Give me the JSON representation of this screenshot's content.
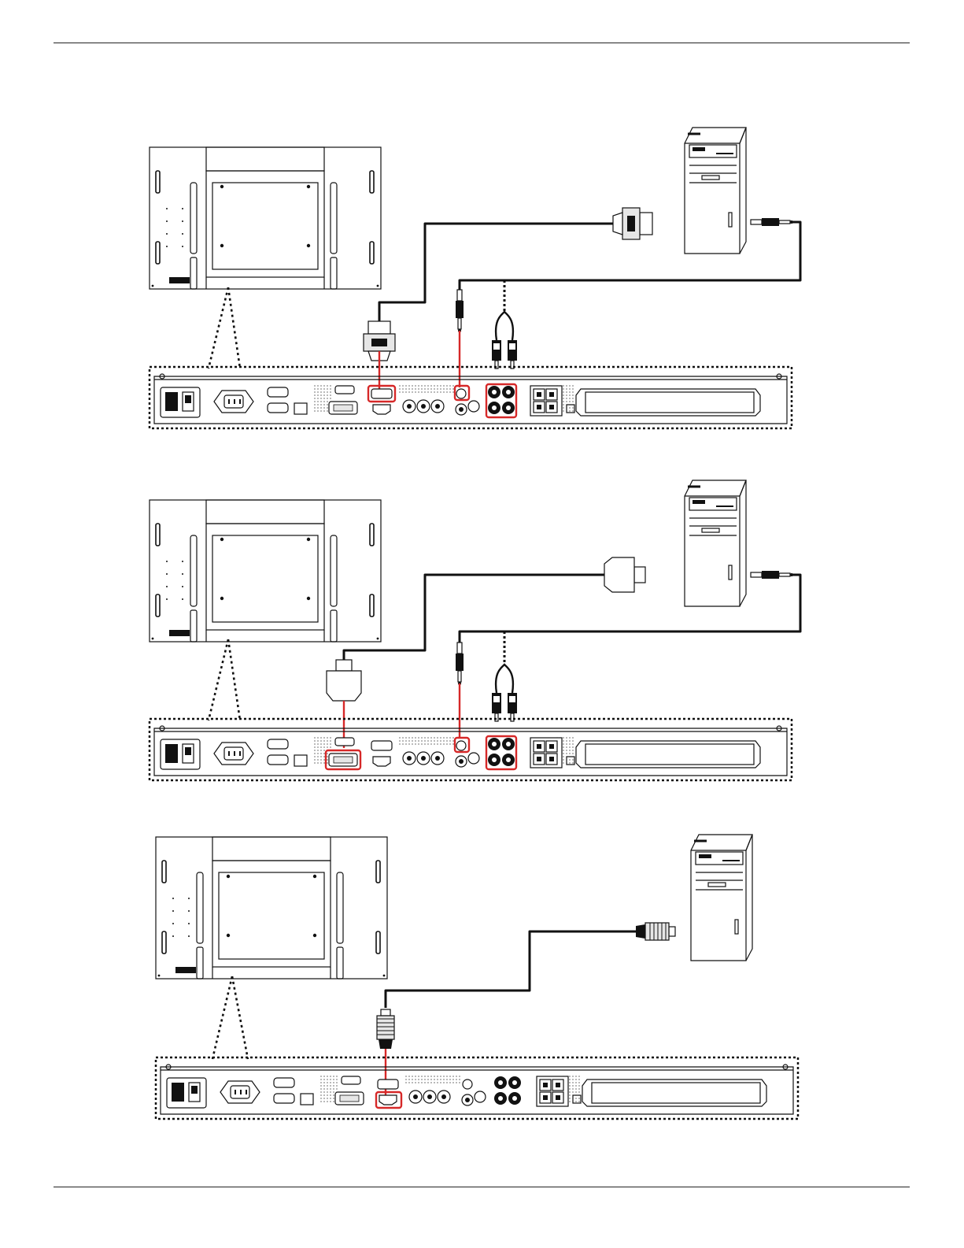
{
  "document": {
    "header_rule": true,
    "footer_rule": true
  },
  "diagrams": [
    {
      "name": "vga-connection",
      "input_port": "vga",
      "audio_connected": true
    },
    {
      "name": "dvi-connection",
      "input_port": "dvi",
      "audio_connected": true
    },
    {
      "name": "hdmi-connection",
      "input_port": "hdmi",
      "audio_connected": false
    }
  ],
  "colors": {
    "line": "#111111",
    "highlight": "#d62828",
    "fill": "#ffffff",
    "shade": "#e6e6e6"
  }
}
